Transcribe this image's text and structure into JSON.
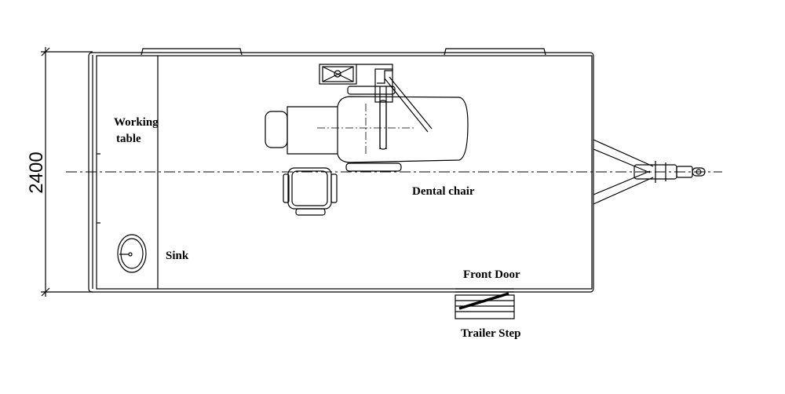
{
  "dimension": {
    "width_label": "2400"
  },
  "labels": {
    "working_table_line1": "Working",
    "working_table_line2": "table",
    "sink": "Sink",
    "dental_chair": "Dental chair",
    "front_door": "Front Door",
    "trailer_step": "Trailer Step"
  },
  "colors": {
    "line": "#000000",
    "background": "#ffffff"
  }
}
